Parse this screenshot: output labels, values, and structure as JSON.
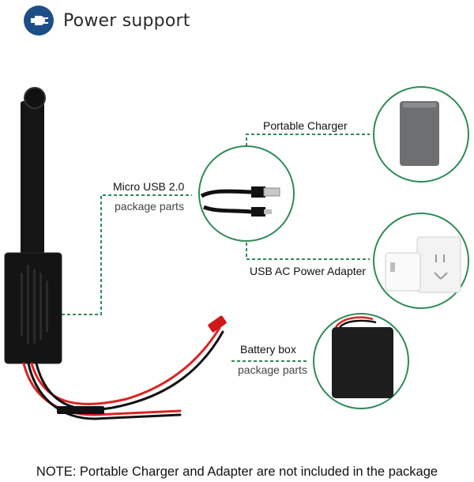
{
  "header": {
    "title": "Power support",
    "icon": "plug-icon",
    "accent": "#1d4f86"
  },
  "labels": {
    "micro_usb": "Micro USB 2.0",
    "micro_usb_sub": "package parts",
    "portable_charger": "Portable Charger",
    "usb_adapter": "USB AC Power Adapter",
    "battery_box": "Battery box",
    "battery_sub": "package parts"
  },
  "note": "NOTE: Portable Charger and Adapter are not included in the package",
  "colors": {
    "connector": "#2e8b57",
    "circle": "#2e8b57"
  }
}
